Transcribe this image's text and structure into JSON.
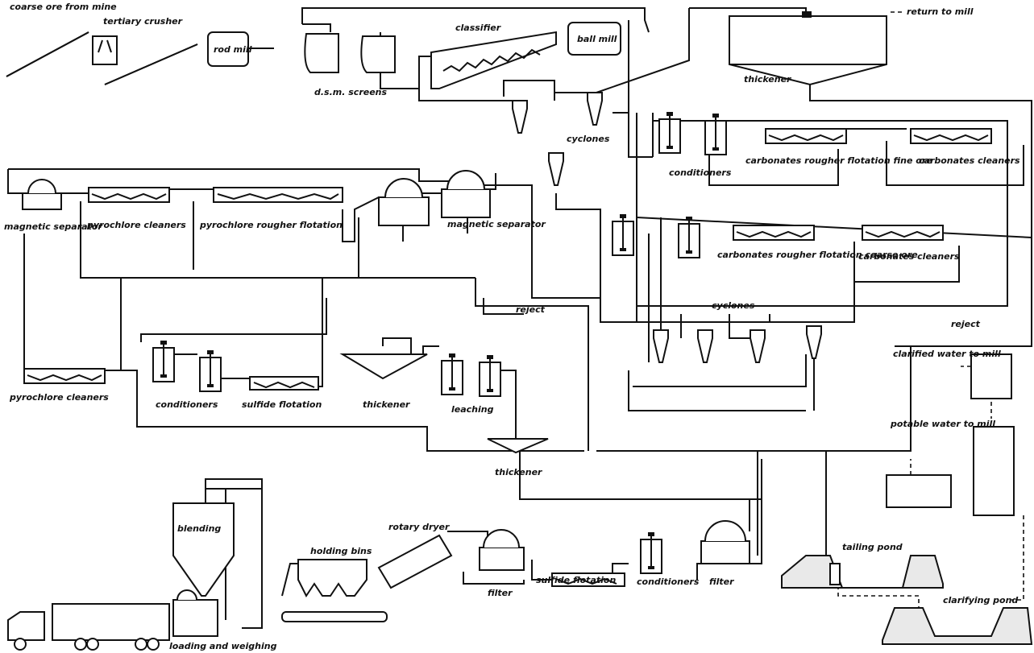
{
  "labels": {
    "coarse_ore": "coarse ore from mine",
    "tertiary_crusher": "tertiary crusher",
    "rod_mill": "rod mill",
    "dsm_screens": "d.s.m. screens",
    "classifier": "classifier",
    "ball_mill": "ball mill",
    "thickener_main": "thickener",
    "return_to_mill": "return to mill",
    "cyclones_top": "cyclones",
    "conditioners_top": "conditioners",
    "carb_rougher_fine": "carbonates rougher flotation fine ore",
    "carb_cleaners_top": "carbonates cleaners",
    "magnetic_separator_left": "magnetic separator",
    "pyrochlore_cleaners_top": "pyrochlore cleaners",
    "pyrochlore_rougher": "pyrochlore rougher flotation",
    "magnetic_separator_right": "magnetic separator",
    "carb_rougher_coarse": "carbonates rougher flotation coarse ore",
    "carb_cleaners_mid": "carbonates cleaners",
    "reject_left": "reject",
    "cyclones_mid": "cyclones",
    "reject_right": "reject",
    "clarified_water": "clarified water to mill",
    "pyrochlore_cleaners_bottom": "pyrochlore cleaners",
    "conditioners_mid": "conditioners",
    "sulfide_flotation_mid": "sulfide flotation",
    "thickener_mid": "thickener",
    "leaching": "leaching",
    "potable_water": "potable water to mill",
    "thickener_small": "thickener",
    "blending": "blending",
    "rotary_dryer": "rotary dryer",
    "holding_bins": "holding bins",
    "filter_left": "filter",
    "sulfide_flotation_bottom": "sulfide flotation",
    "conditioners_bottom": "conditioners",
    "filter_right": "filter",
    "tailing_pond": "tailing pond",
    "clarifying_pond": "clarifying pond",
    "loading_weighing": "loading and weighing"
  },
  "icons": {
    "conveyor": "conveyor-icon",
    "mill": "mill-icon",
    "cyclone": "cyclone-icon",
    "cell": "flotation-cell-icon",
    "tank": "conditioner-tank-icon",
    "truck": "truck-icon"
  },
  "colors": {
    "ink": "#111111",
    "paper": "#ffffff"
  }
}
